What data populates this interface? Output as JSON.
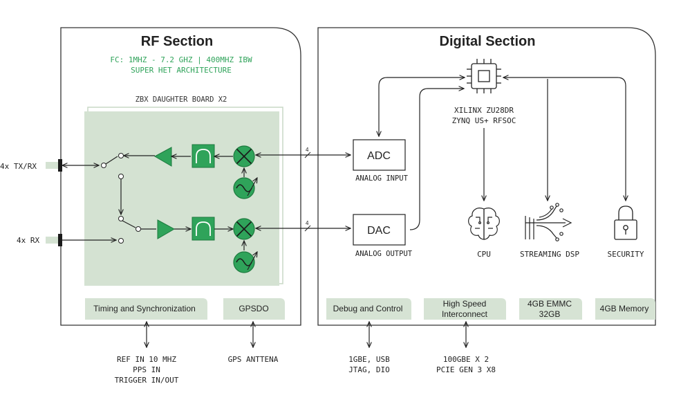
{
  "rf": {
    "title": "RF Section",
    "subtitle_line1": "FC: 1MHZ - 7.2 GHZ | 400MHZ IBW",
    "subtitle_line2": "SUPER HET ARCHITECTURE",
    "board_label": "ZBX DAUGHTER BOARD X2",
    "port_txrx": "4x TX/RX",
    "port_rx": "4x RX",
    "tab_timing": "Timing and Synchronization",
    "tab_gpsdo": "GPSDO"
  },
  "digital": {
    "title": "Digital Section",
    "fpga_line1": "XILINX ZU28DR",
    "fpga_line2": "ZYNQ US+ RFSOC",
    "adc_label": "ADC",
    "adc_caption": "ANALOG INPUT",
    "dac_label": "DAC",
    "dac_caption": "ANALOG OUTPUT",
    "bus_width_top": "4",
    "bus_width_bottom": "4",
    "cpu_label": "CPU",
    "dsp_label": "STREAMING DSP",
    "security_label": "SECURITY",
    "tab_debug": "Debug and Control",
    "tab_interconnect_line1": "High Speed",
    "tab_interconnect_line2": "Interconnect",
    "tab_emmc_line1": "4GB EMMC",
    "tab_emmc_line2": "32GB",
    "tab_memory": "4GB Memory"
  },
  "external": {
    "timing_line1": "REF IN 10 MHZ",
    "timing_line2": "PPS IN",
    "timing_line3": "TRIGGER IN/OUT",
    "gps": "GPS ANTTENA",
    "debug_line1": "1GBE, USB",
    "debug_line2": "JTAG, DIO",
    "interconnect_line1": "100GBE X 2",
    "interconnect_line2": "PCIE GEN 3 X8"
  },
  "colors": {
    "accent_green": "#2fa35a",
    "board_fill": "#d4e2d2",
    "tab_fill": "#d6e3d4",
    "line": "#222222"
  }
}
